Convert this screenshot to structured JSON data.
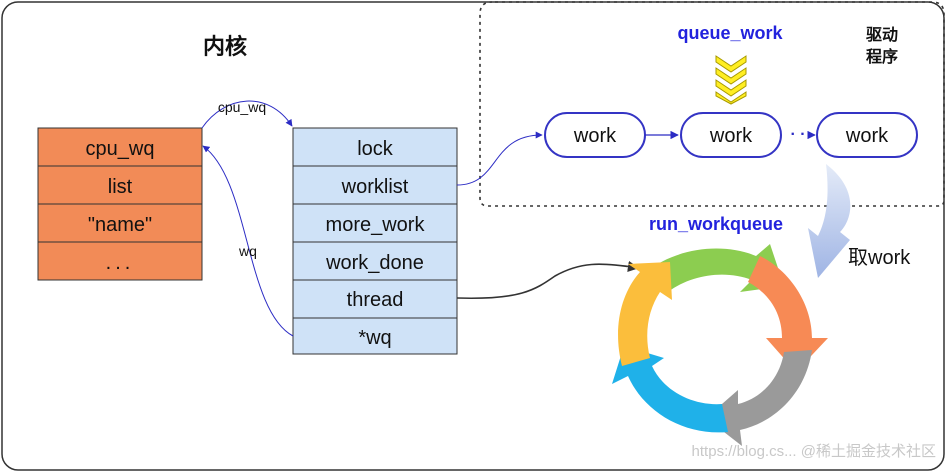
{
  "kernel_title": "内核",
  "driver_title_line1": "驱动",
  "driver_title_line2": "程序",
  "queue_work_label": "queue_work",
  "run_workqueue_label": "run_workqueue",
  "take_work_label": "取work",
  "cpu_wq_arrow_label": "cpu_wq",
  "wq_arrow_label": "wq",
  "left_struct_fields": [
    "cpu_wq",
    "list",
    "\"name\"",
    "..."
  ],
  "right_struct_fields": [
    "lock",
    "worklist",
    "more_work",
    "work_done",
    "thread",
    "*wq"
  ],
  "work_nodes": [
    "work",
    "work",
    "work"
  ],
  "list_ellipsis": "· ·",
  "watermark": "https://blog.cs... @稀土掘金技术社区",
  "colors": {
    "frame": "#333333",
    "left_struct_fill": "#f28b57",
    "right_struct_fill": "#cfe2f7",
    "node_border": "#3434c4",
    "blue_text": "#2222dd",
    "arrow_blue": "#2c2cc4",
    "ring_green": "#8ccd50",
    "ring_orange": "#f78a55",
    "ring_gray": "#9a9a9a",
    "ring_blue": "#1fb1e9",
    "ring_yellow": "#fbbe3c",
    "chevron_yellow": "#ffee22",
    "take_arrow": "#b8c8ec"
  }
}
